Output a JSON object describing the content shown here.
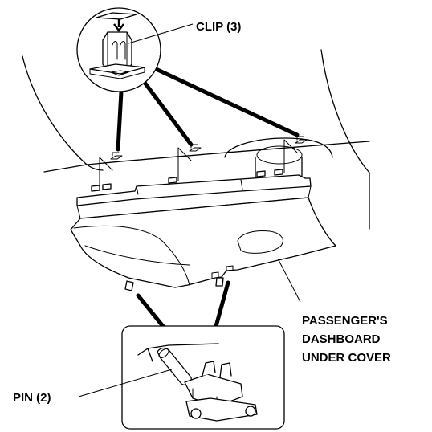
{
  "labels": {
    "clip": "CLIP (3)",
    "pin": "PIN (2)",
    "cover_line1": "PASSENGER'S",
    "cover_line2": "DASHBOARD",
    "cover_line3": "UNDER COVER"
  }
}
